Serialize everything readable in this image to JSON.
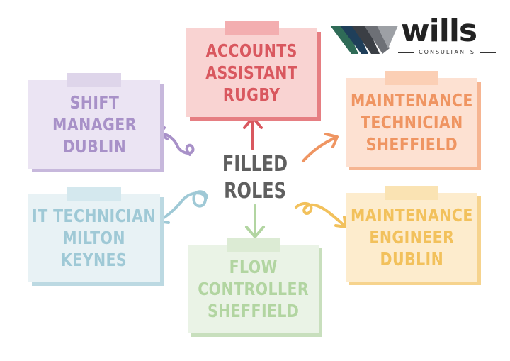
{
  "center": {
    "line1": "FILLED",
    "line2": "ROLES"
  },
  "logo": {
    "word": "wills",
    "sub": "CONSULTANTS"
  },
  "cards": {
    "accounts": {
      "lines": [
        "ACCOUNTS",
        "ASSISTANT",
        "RUGBY"
      ]
    },
    "shift": {
      "lines": [
        "SHIFT",
        "MANAGER",
        "DUBLIN"
      ]
    },
    "maint_tech": {
      "lines": [
        "MAINTENANCE",
        "TECHNICIAN",
        "SHEFFIELD"
      ]
    },
    "it_tech": {
      "lines": [
        "IT TECHNICIAN",
        "MILTON",
        "KEYNES"
      ]
    },
    "flow": {
      "lines": [
        "FLOW",
        "CONTROLLER",
        "SHEFFIELD"
      ]
    },
    "maint_eng": {
      "lines": [
        "MAINTENANCE",
        "ENGINEER",
        "DUBLIN"
      ]
    }
  },
  "colors": {
    "accounts": {
      "paper": "#f9d3d2",
      "shadow": "#e67e82",
      "tape": "#f3aeb0",
      "text": "#d9585f"
    },
    "shift": {
      "paper": "#ebe4f3",
      "shadow": "#c7b8dc",
      "tape": "#ded5ea",
      "text": "#a891c8"
    },
    "maint_tech": {
      "paper": "#fde1d2",
      "shadow": "#f6b592",
      "tape": "#fbcfb5",
      "text": "#ef9562"
    },
    "it_tech": {
      "paper": "#e8f2f5",
      "shadow": "#bcd9e2",
      "tape": "#d4e8ee",
      "text": "#9fc9d6"
    },
    "flow": {
      "paper": "#eaf3e6",
      "shadow": "#c8dfbd",
      "tape": "#dcebd4",
      "text": "#b2d5a1"
    },
    "maint_eng": {
      "paper": "#fdeccd",
      "shadow": "#f6d38d",
      "tape": "#fae3b3",
      "text": "#f2c15c"
    },
    "center": "#5f5f5f"
  }
}
